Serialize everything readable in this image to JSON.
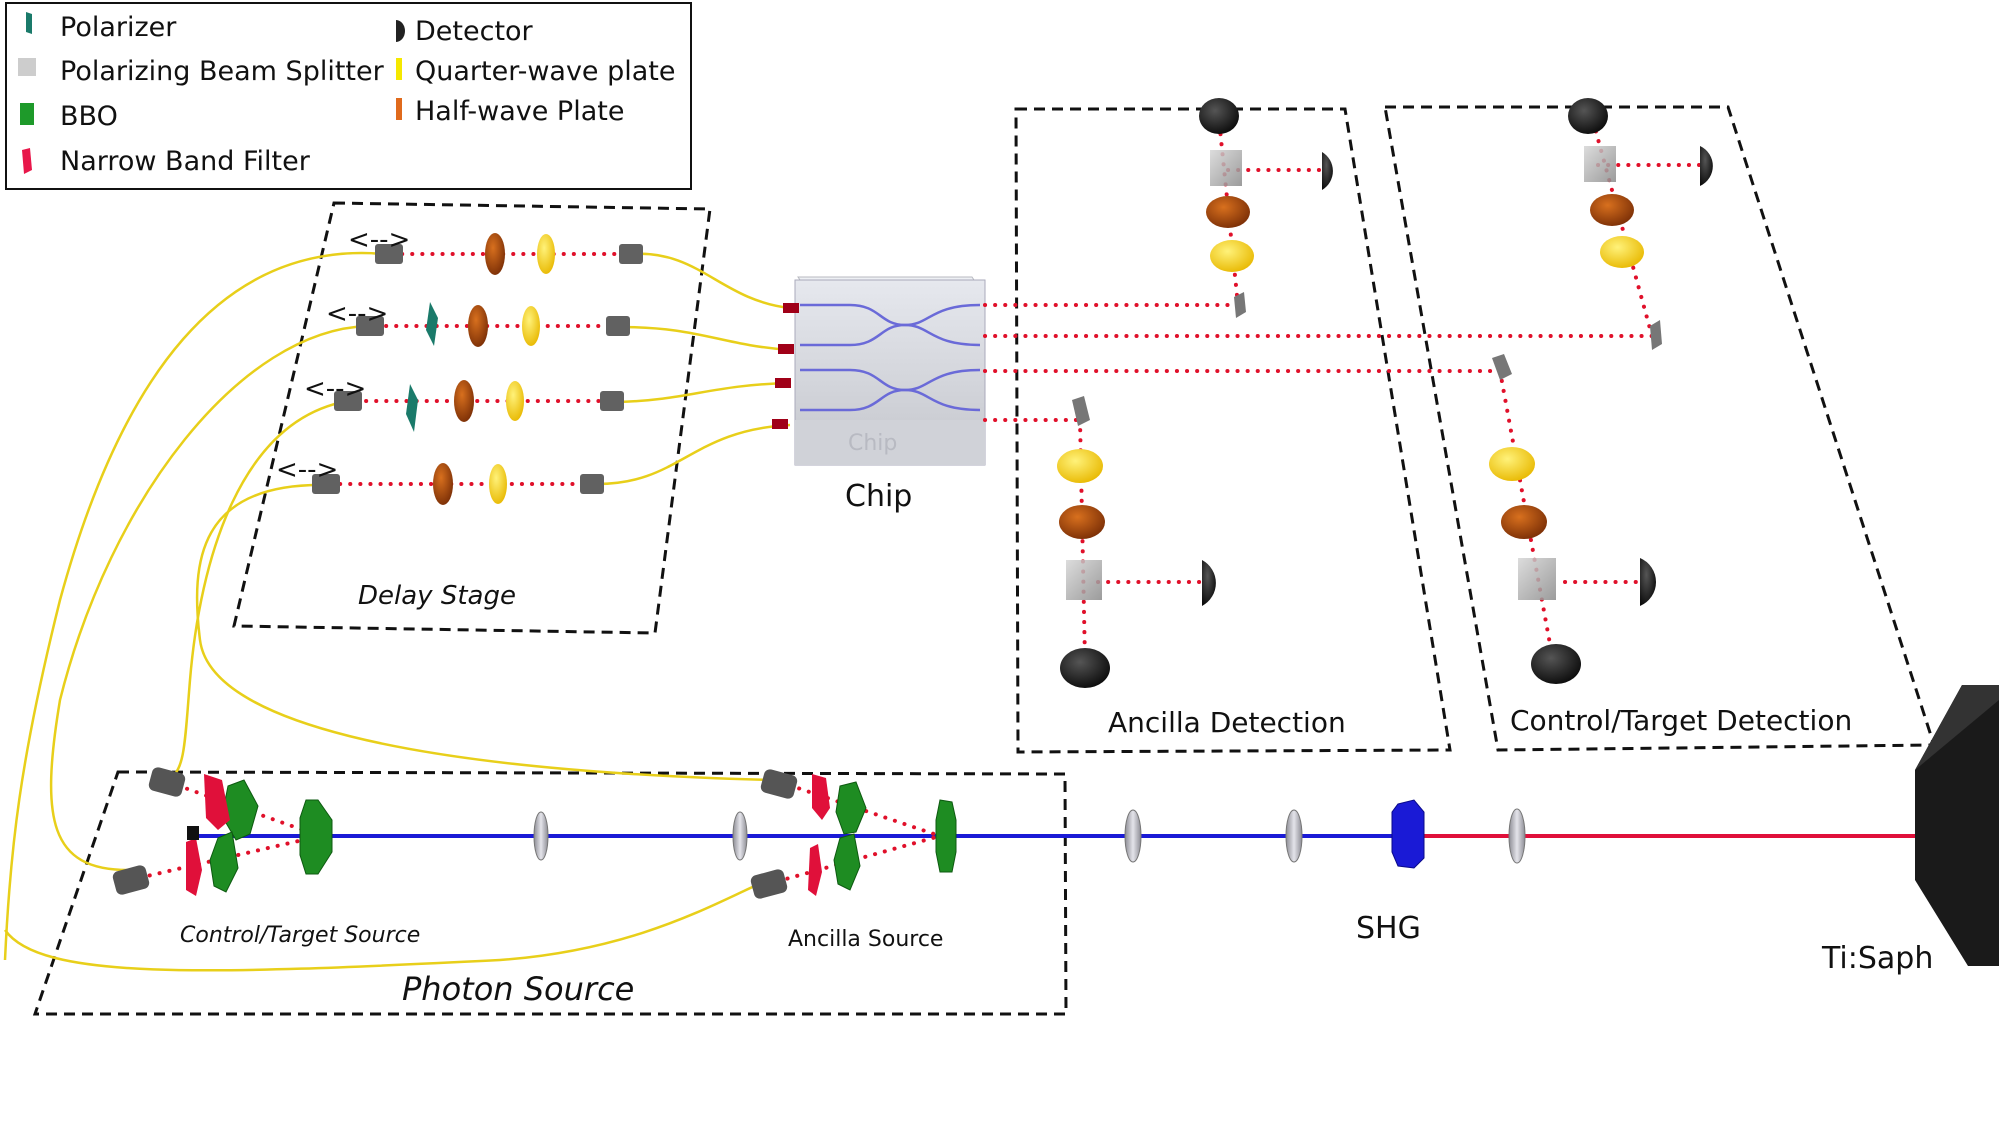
{
  "legend": {
    "items": [
      {
        "label": "Polarizer",
        "color": "#1f8a78"
      },
      {
        "label": "Polarizing Beam Splitter",
        "color": "#c9c9c9"
      },
      {
        "label": "BBO",
        "color": "#1f9a2a"
      },
      {
        "label": "Narrow Band Filter",
        "color": "#e8174a"
      },
      {
        "label": "Detector",
        "color": "#222222"
      },
      {
        "label": "Quarter-wave plate",
        "color": "#f5e800"
      },
      {
        "label": "Half-wave Plate",
        "color": "#e06a1c"
      }
    ]
  },
  "labels": {
    "delay_stage": "Delay Stage",
    "chip": "Chip",
    "chip_inner": "Chip",
    "ancilla_detection": "Ancilla Detection",
    "control_target_detection": "Control/Target Detection",
    "control_target_source": "Control/Target Source",
    "ancilla_source": "Ancilla Source",
    "photon_source": "Photon Source",
    "shg": "SHG",
    "laser": "Ti:Saph",
    "delay_arrow": "<-->"
  },
  "colors": {
    "pump_blue": "#1a1ad6",
    "laser_red": "#e0103a",
    "photon_dots": "#e0102a",
    "fiber": "#e8cf1a",
    "waveguide": "#6a6ad8",
    "detector": "#1a1a1a",
    "hwp": "#a8480e",
    "qwp": "#ffd200",
    "bbo": "#1e8c22",
    "filter": "#e0103a",
    "polarizer": "#1a7a6a",
    "coupler": "#6b6b6b"
  }
}
